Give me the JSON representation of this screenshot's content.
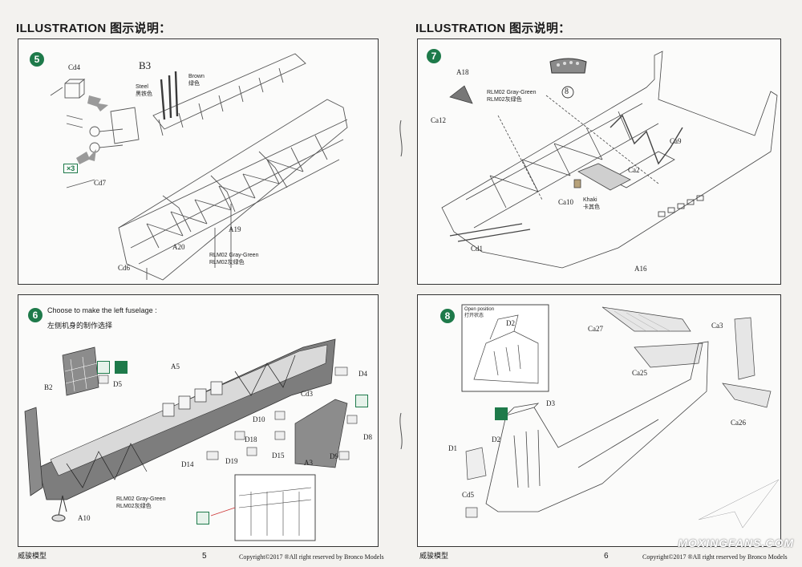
{
  "left_page": {
    "header": "ILLUSTRATION 图示说明：",
    "footer_brand": "威骏模型",
    "page_number": "5",
    "copyright": "Copyright©2017  ®All right reserved by Bronco Models",
    "step5": {
      "number": "5",
      "labels": {
        "cd4": "Cd4",
        "b3": "B3",
        "cd7": "Cd7",
        "a19": "A19",
        "a20": "A20",
        "cd6": "Cd6"
      },
      "x3": "×3",
      "steel_en": "Steel",
      "steel_cn": "黑铁色",
      "brown_en": "Brown",
      "brown_cn": "绿色",
      "rlm_en": "RLM02 Gray-Green",
      "rlm_cn": "RLM02灰绿色"
    },
    "step6": {
      "number": "6",
      "title_en": "Choose to make the left fuselage :",
      "title_cn": "左侧机身的制作选择",
      "labels": {
        "a5": "A5",
        "b2": "B2",
        "d5": "D5",
        "d4": "D4",
        "cd3": "Cd3",
        "d10": "D10",
        "d18": "D18",
        "d15": "D15",
        "d14": "D14",
        "d19": "D19",
        "a3": "A3",
        "d8": "D8",
        "d9": "D9",
        "a10": "A10"
      },
      "rlm_en": "RLM02 Gray-Green",
      "rlm_cn": "RLM02灰绿色"
    }
  },
  "right_page": {
    "header": "ILLUSTRATION 图示说明：",
    "footer_brand": "威骏模型",
    "page_number": "6",
    "copyright": "Copyright©2017  ®All right reserved by Bronco Models",
    "watermark": "MOXINGFANS.COM",
    "step7": {
      "number": "7",
      "labels": {
        "a18": "A18",
        "ca12": "Ca12",
        "eight": "8",
        "ca9": "Ca9",
        "ca2": "Ca2",
        "ca10": "Ca10",
        "cd1": "Cd1",
        "a16": "A16"
      },
      "rlm_en": "RLM02 Gray-Green",
      "rlm_cn": "RLM02灰绿色",
      "khaki_en": "Khaki",
      "khaki_cn": "卡其色"
    },
    "step8": {
      "number": "8",
      "open_en": "Open position",
      "open_cn": "打开状态",
      "labels": {
        "d2a": "D2",
        "ca27": "Ca27",
        "ca3": "Ca3",
        "ca25": "Ca25",
        "d3": "D3",
        "d1": "D1",
        "d2b": "D2",
        "ca26": "Ca26",
        "cd5": "Cd5"
      }
    }
  }
}
